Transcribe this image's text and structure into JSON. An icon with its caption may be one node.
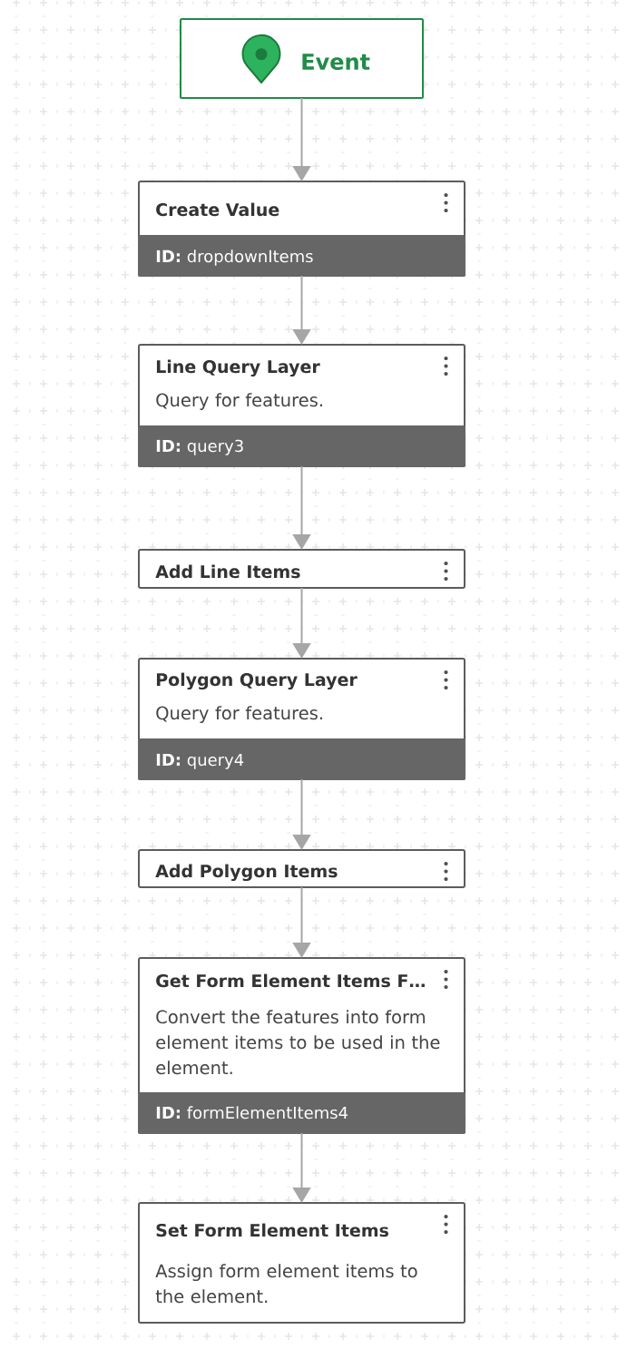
{
  "diagram": {
    "nodes": [
      {
        "text": [
          "Event"
        ]
      },
      {
        "text": [
          "Create Value",
          "**ID:** dropdownItems"
        ]
      },
      {
        "text": [
          "Line Query Layer",
          "Query for features.",
          "**ID:** query3"
        ]
      },
      {
        "text": [
          "Add Line Items"
        ]
      },
      {
        "text": [
          "Polygon Query Layer",
          "Query for features.",
          "**ID:** query4"
        ]
      },
      {
        "text": [
          "Add Polygon Items"
        ]
      },
      {
        "text": [
          "Get Form Element Items F…",
          "Convert the features into form element items to be used in the element.",
          "**ID:** formElementItems4"
        ]
      },
      {
        "text": [
          "Set Form Element Items",
          "Assign form element items to the element."
        ]
      }
    ],
    "edges": [
      {
        "from": 0,
        "to": 1,
        "arrow": "to"
      },
      {
        "from": 1,
        "to": 2,
        "arrow": "to"
      },
      {
        "from": 2,
        "to": 3,
        "arrow": "to"
      },
      {
        "from": 3,
        "to": 4,
        "arrow": "to"
      },
      {
        "from": 4,
        "to": 5,
        "arrow": "to"
      },
      {
        "from": 5,
        "to": 6,
        "arrow": "to"
      },
      {
        "from": 6,
        "to": 7,
        "arrow": "to"
      }
    ]
  }
}
